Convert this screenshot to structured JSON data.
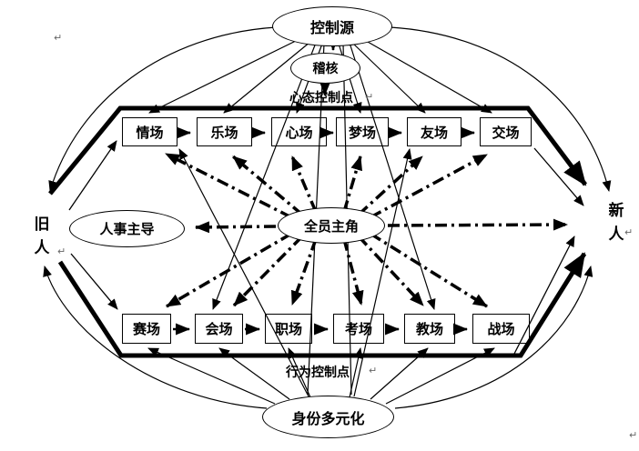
{
  "nodes": {
    "control_source": {
      "label": "控制源"
    },
    "audit": {
      "label": "稽核"
    },
    "mind_control_point": {
      "label": "心态控制点"
    },
    "behavior_control_point": {
      "label": "行为控制点"
    },
    "old_person": {
      "label": "旧人"
    },
    "new_person": {
      "label": "新人"
    },
    "hr_leading": {
      "label": "人事主导"
    },
    "all_protagonist": {
      "label": "全员主角"
    },
    "identity_diversification": {
      "label": "身份多元化"
    }
  },
  "rows": {
    "top": [
      {
        "label": "情场"
      },
      {
        "label": "乐场"
      },
      {
        "label": "心场"
      },
      {
        "label": "梦场"
      },
      {
        "label": "友场"
      },
      {
        "label": "交场"
      }
    ],
    "bottom": [
      {
        "label": "赛场"
      },
      {
        "label": "会场"
      },
      {
        "label": "职场"
      },
      {
        "label": "考场"
      },
      {
        "label": "教场"
      },
      {
        "label": "战场"
      }
    ]
  },
  "icons": {
    "paragraph_mark": "↵"
  },
  "colors": {
    "line": "#000000",
    "background": "#ffffff"
  }
}
